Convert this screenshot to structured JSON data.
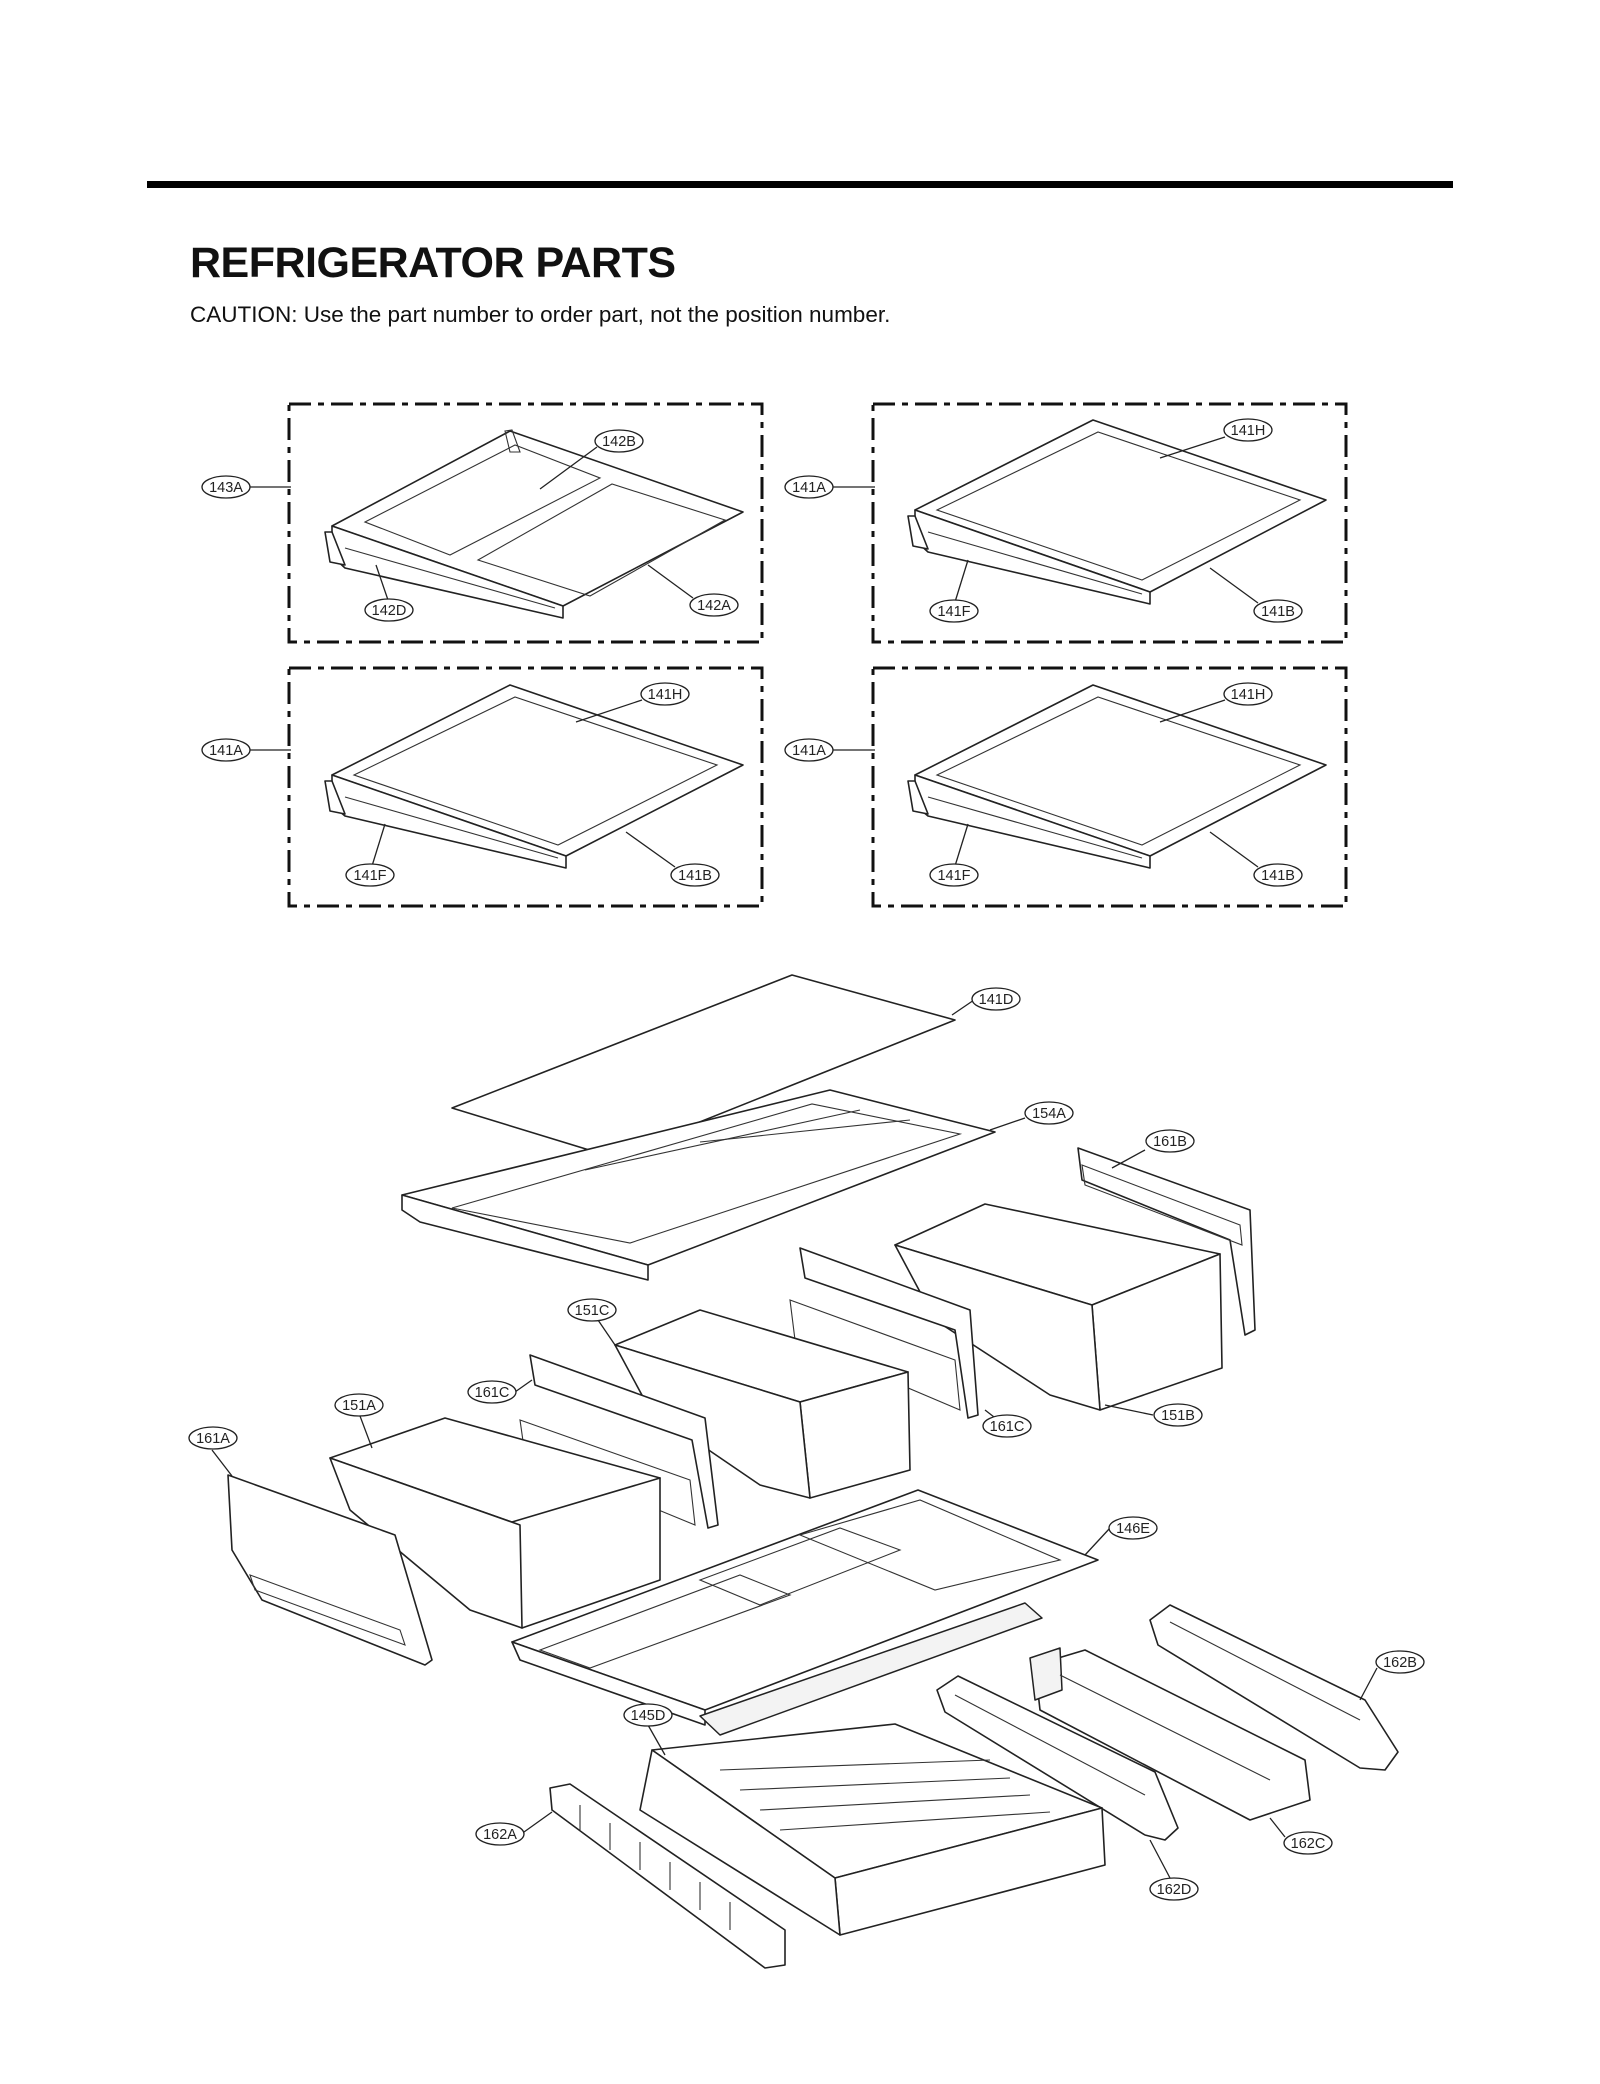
{
  "header": {
    "title": "REFRIGERATOR PARTS",
    "caution": "CAUTION: Use the part number to order part, not the position number."
  },
  "callouts": {
    "p1_143A": "143A",
    "p1_142B": "142B",
    "p1_142D": "142D",
    "p1_142A": "142A",
    "p2_141A": "141A",
    "p2_141H": "141H",
    "p2_141F": "141F",
    "p2_141B": "141B",
    "p3_141A": "141A",
    "p3_141H": "141H",
    "p3_141F": "141F",
    "p3_141B": "141B",
    "p4_141A": "141A",
    "p4_141H": "141H",
    "p4_141F": "141F",
    "p4_141B": "141B",
    "e_141D": "141D",
    "e_154A": "154A",
    "e_161B": "161B",
    "e_151C": "151C",
    "e_161C_left": "161C",
    "e_151A": "151A",
    "e_161A": "161A",
    "e_161C_right": "161C",
    "e_151B": "151B",
    "e_146E": "146E",
    "e_162B": "162B",
    "e_145D": "145D",
    "e_162A": "162A",
    "e_162C": "162C",
    "e_162D": "162D"
  }
}
